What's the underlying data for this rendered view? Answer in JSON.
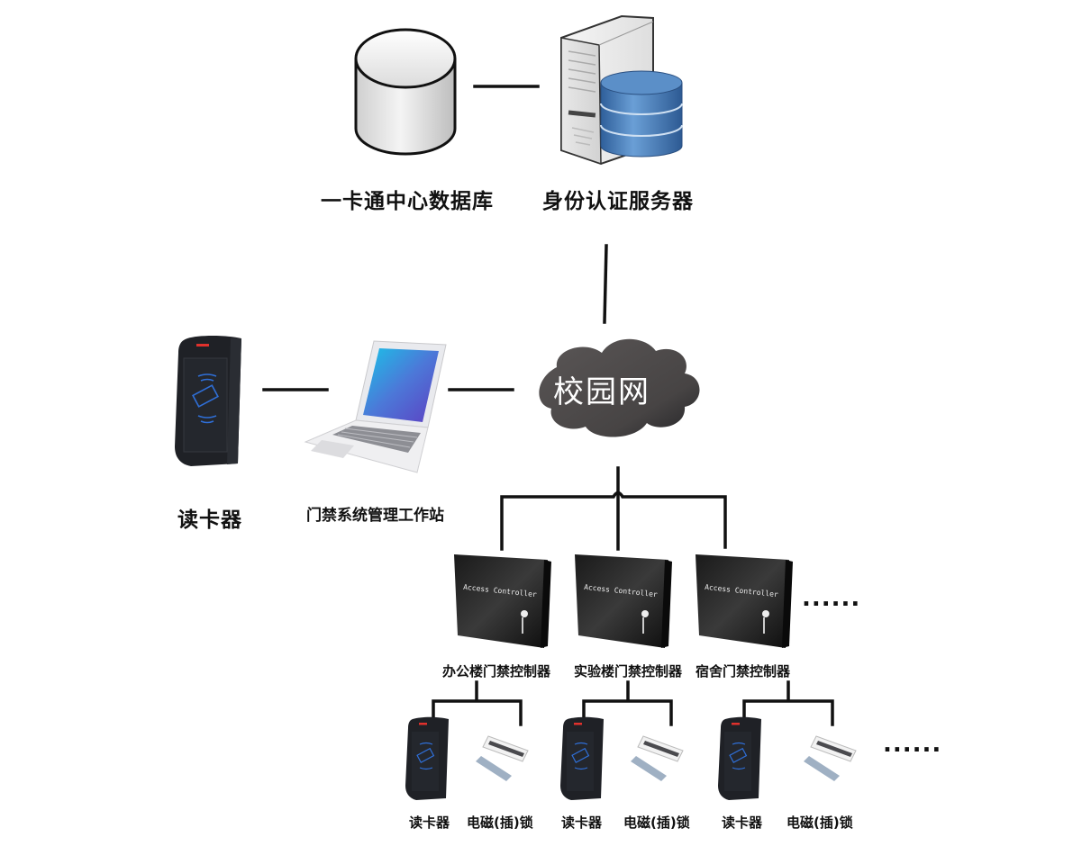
{
  "title": "Campus Access Control System Topology",
  "nodes": {
    "central_db": {
      "label": "一卡通中心数据库",
      "icon": "database-cylinder-icon"
    },
    "auth_server": {
      "label": "身份认证服务器",
      "icon": "server-database-icon"
    },
    "campus_network": {
      "label": "校园网",
      "icon": "cloud-icon",
      "fill": "#4a4848"
    },
    "card_reader_main": {
      "label": "读卡器",
      "icon": "card-reader-icon"
    },
    "workstation": {
      "label": "门禁系统管理工作站",
      "icon": "laptop-icon"
    }
  },
  "controllers": [
    {
      "label": "办公楼门禁控制器",
      "device_text": "Access Controller"
    },
    {
      "label": "实验楼门禁控制器",
      "device_text": "Access Controller"
    },
    {
      "label": "宿舍门禁控制器",
      "device_text": "Access Controller"
    }
  ],
  "controllers_more": "......",
  "endpoints": [
    {
      "reader_label": "读卡器",
      "lock_label": "电磁(插)锁"
    },
    {
      "reader_label": "读卡器",
      "lock_label": "电磁(插)锁"
    },
    {
      "reader_label": "读卡器",
      "lock_label": "电磁(插)锁"
    }
  ],
  "endpoints_more": "......",
  "colors": {
    "line": "#111111",
    "reader_body": "#1f2126",
    "reader_led": "#e0312c",
    "reader_glyph": "#2f6fd8",
    "db_blue": "#3f78b8",
    "controller_body": "#161616"
  }
}
